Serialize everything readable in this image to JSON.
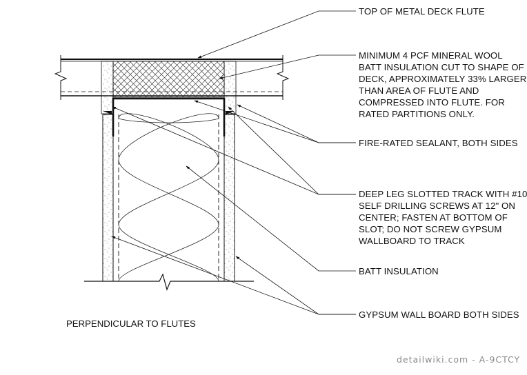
{
  "callouts": [
    {
      "id": "top-of-metal-deck-flute",
      "lines": [
        "TOP OF METAL DECK FLUTE"
      ]
    },
    {
      "id": "mineral-wool-batt",
      "lines": [
        "MINIMUM 4 PCF MINERAL WOOL",
        "BATT INSULATION CUT TO SHAPE OF",
        "DECK, APPROXIMATELY 33% LARGER",
        "THAN AREA OF FLUTE AND",
        "COMPRESSED INTO FLUTE. FOR",
        "RATED PARTITIONS ONLY."
      ]
    },
    {
      "id": "fire-rated-sealant",
      "lines": [
        "FIRE-RATED SEALANT, BOTH SIDES"
      ]
    },
    {
      "id": "deep-leg-slotted-track",
      "lines": [
        "DEEP LEG SLOTTED TRACK WITH #10",
        "SELF DRILLING SCREWS AT 12\" ON",
        "CENTER; FASTEN AT BOTTOM OF",
        "SLOT; DO NOT SCREW GYPSUM",
        "WALLBOARD TO TRACK"
      ]
    },
    {
      "id": "batt-insulation",
      "lines": [
        "BATT INSULATION"
      ]
    },
    {
      "id": "gypsum-wall-board",
      "lines": [
        "GYPSUM WALL BOARD BOTH SIDES"
      ]
    }
  ],
  "caption": "PERPENDICULAR TO FLUTES",
  "watermark": "detailwiki.com - A-9CTCY"
}
